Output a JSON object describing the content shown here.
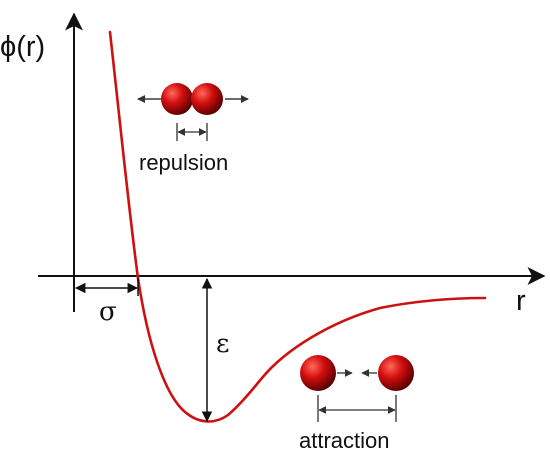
{
  "labels": {
    "y_axis": "ϕ(r)",
    "x_axis": "r",
    "sigma": "σ",
    "epsilon": "ε",
    "repulsion": "repulsion",
    "attraction": "attraction"
  },
  "colors": {
    "curve": "#cc1111",
    "axis": "#111111",
    "atom_light": "#ff5a4a",
    "atom_mid": "#cc0a0a",
    "atom_dark": "#5a0000"
  },
  "icons": {
    "atom": "red-sphere",
    "dimension": "double-arrow",
    "force": "arrow"
  }
}
